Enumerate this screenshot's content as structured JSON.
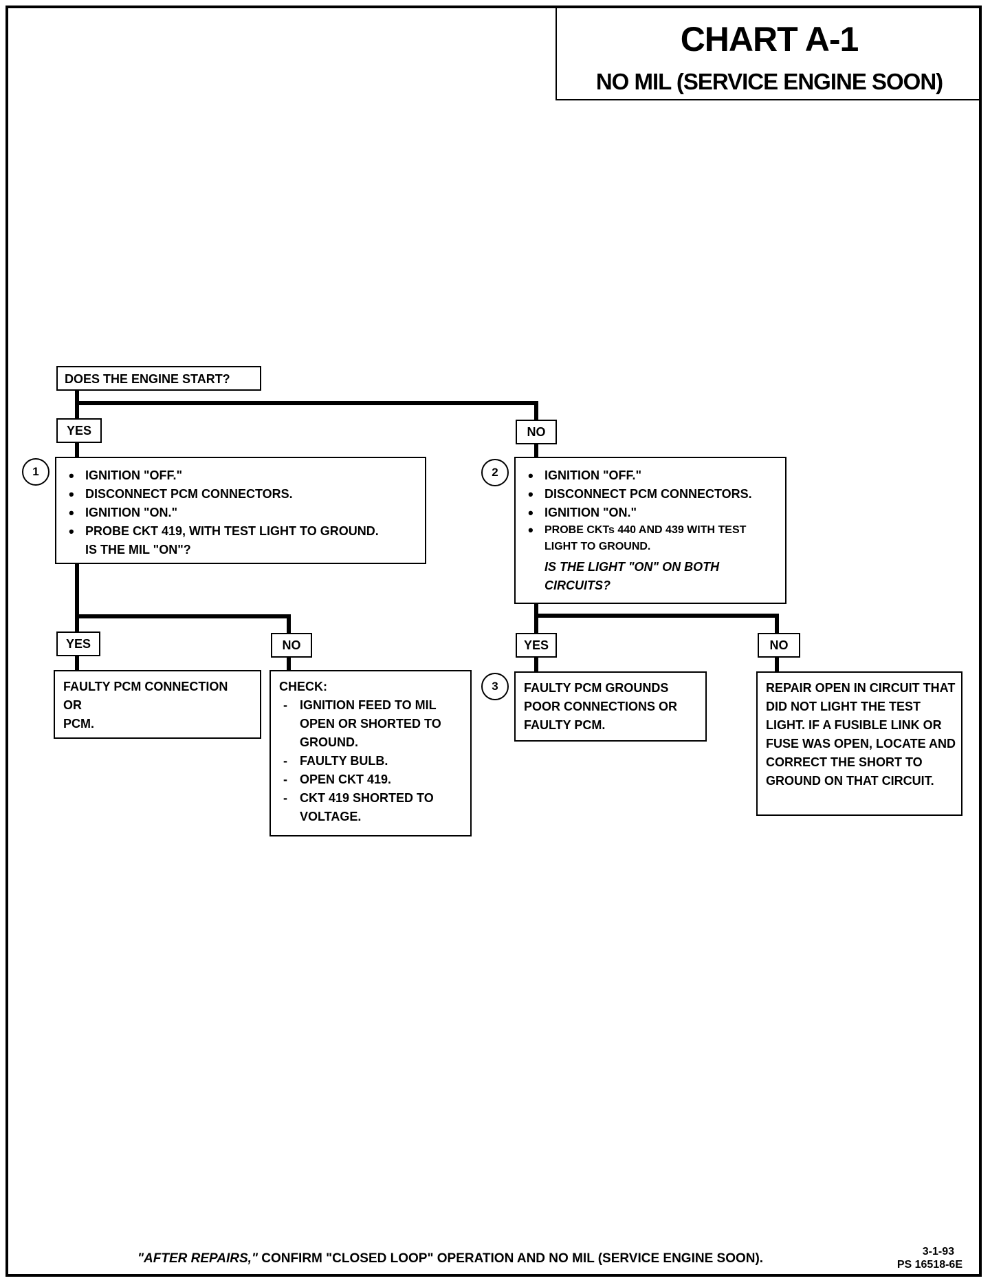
{
  "header": {
    "chart_id": "CHART A-1",
    "subtitle": "NO MIL (SERVICE ENGINE SOON)"
  },
  "flowchart": {
    "question": "DOES THE ENGINE START?",
    "yes_label": "YES",
    "no_label": "NO",
    "step1": {
      "number": "1",
      "items": [
        "IGNITION \"OFF.\"",
        "DISCONNECT PCM CONNECTORS.",
        "IGNITION \"ON.\"",
        "PROBE CKT 419, WITH TEST LIGHT TO GROUND."
      ],
      "question": "IS THE MIL \"ON\"?",
      "yes_label": "YES",
      "no_label": "NO",
      "yes_result": [
        "FAULTY PCM CONNECTION",
        "OR",
        "PCM."
      ],
      "no_result": {
        "heading": "CHECK:",
        "items": [
          "IGNITION FEED TO MIL OPEN OR SHORTED TO GROUND.",
          "FAULTY BULB.",
          "OPEN CKT 419.",
          "CKT 419 SHORTED TO VOLTAGE."
        ]
      }
    },
    "step2": {
      "number": "2",
      "items": [
        "IGNITION \"OFF.\"",
        "DISCONNECT PCM CONNECTORS.",
        "IGNITION \"ON.\"",
        "PROBE CKTs 440 AND 439 WITH TEST LIGHT TO GROUND."
      ],
      "question": "IS THE LIGHT \"ON\" ON BOTH CIRCUITS?",
      "yes_label": "YES",
      "no_label": "NO"
    },
    "step3": {
      "number": "3",
      "result": [
        "FAULTY PCM GROUNDS",
        "POOR CONNECTIONS OR",
        "FAULTY PCM."
      ]
    },
    "step2_no_result": "REPAIR OPEN IN CIRCUIT THAT DID NOT LIGHT THE TEST LIGHT. IF A FUSIBLE LINK OR FUSE WAS OPEN, LOCATE AND CORRECT THE SHORT TO GROUND ON THAT CIRCUIT."
  },
  "footer": {
    "note_italic": "\"AFTER REPAIRS,\"",
    "note_rest": " CONFIRM \"CLOSED LOOP\" OPERATION AND NO MIL (SERVICE ENGINE SOON).",
    "date": "3-1-93",
    "code": "PS 16518-6E"
  }
}
